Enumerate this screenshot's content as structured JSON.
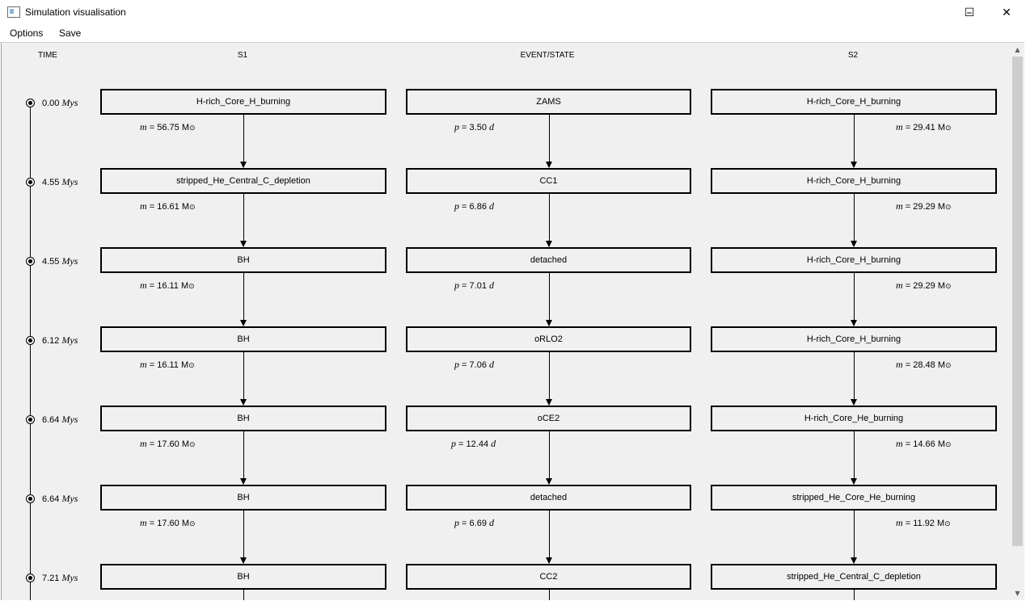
{
  "window": {
    "title": "Simulation visualisation",
    "minimize": "–",
    "maximize": "☐",
    "close": "✕"
  },
  "menu": {
    "options": "Options",
    "save": "Save"
  },
  "columns": {
    "time": "TIME",
    "s1": "S1",
    "event": "EVENT/STATE",
    "s2": "S2"
  },
  "units": {
    "time": "Mys",
    "period": "d",
    "mass_unit": "M",
    "sun": "⊙",
    "m": "m",
    "p": "p"
  },
  "rows": [
    {
      "time": "0.00",
      "s1": "H-rich_Core_H_burning",
      "event": "ZAMS",
      "s2": "H-rich_Core_H_burning",
      "m1": "56.75",
      "p": "3.50",
      "m2": "29.41"
    },
    {
      "time": "4.55",
      "s1": "stripped_He_Central_C_depletion",
      "event": "CC1",
      "s2": "H-rich_Core_H_burning",
      "m1": "16.61",
      "p": "6.86",
      "m2": "29.29"
    },
    {
      "time": "4.55",
      "s1": "BH",
      "event": "detached",
      "s2": "H-rich_Core_H_burning",
      "m1": "16.11",
      "p": "7.01",
      "m2": "29.29"
    },
    {
      "time": "6.12",
      "s1": "BH",
      "event": "oRLO2",
      "s2": "H-rich_Core_H_burning",
      "m1": "16.11",
      "p": "7.06",
      "m2": "28.48"
    },
    {
      "time": "6.64",
      "s1": "BH",
      "event": "oCE2",
      "s2": "H-rich_Core_He_burning",
      "m1": "17.60",
      "p": "12.44",
      "m2": "14.66"
    },
    {
      "time": "6.64",
      "s1": "BH",
      "event": "detached",
      "s2": "stripped_He_Core_He_burning",
      "m1": "17.60",
      "p": "6.69",
      "m2": "11.92"
    },
    {
      "time": "7.21",
      "s1": "BH",
      "event": "CC2",
      "s2": "stripped_He_Central_C_depletion",
      "m1": "",
      "p": "",
      "m2": ""
    }
  ]
}
